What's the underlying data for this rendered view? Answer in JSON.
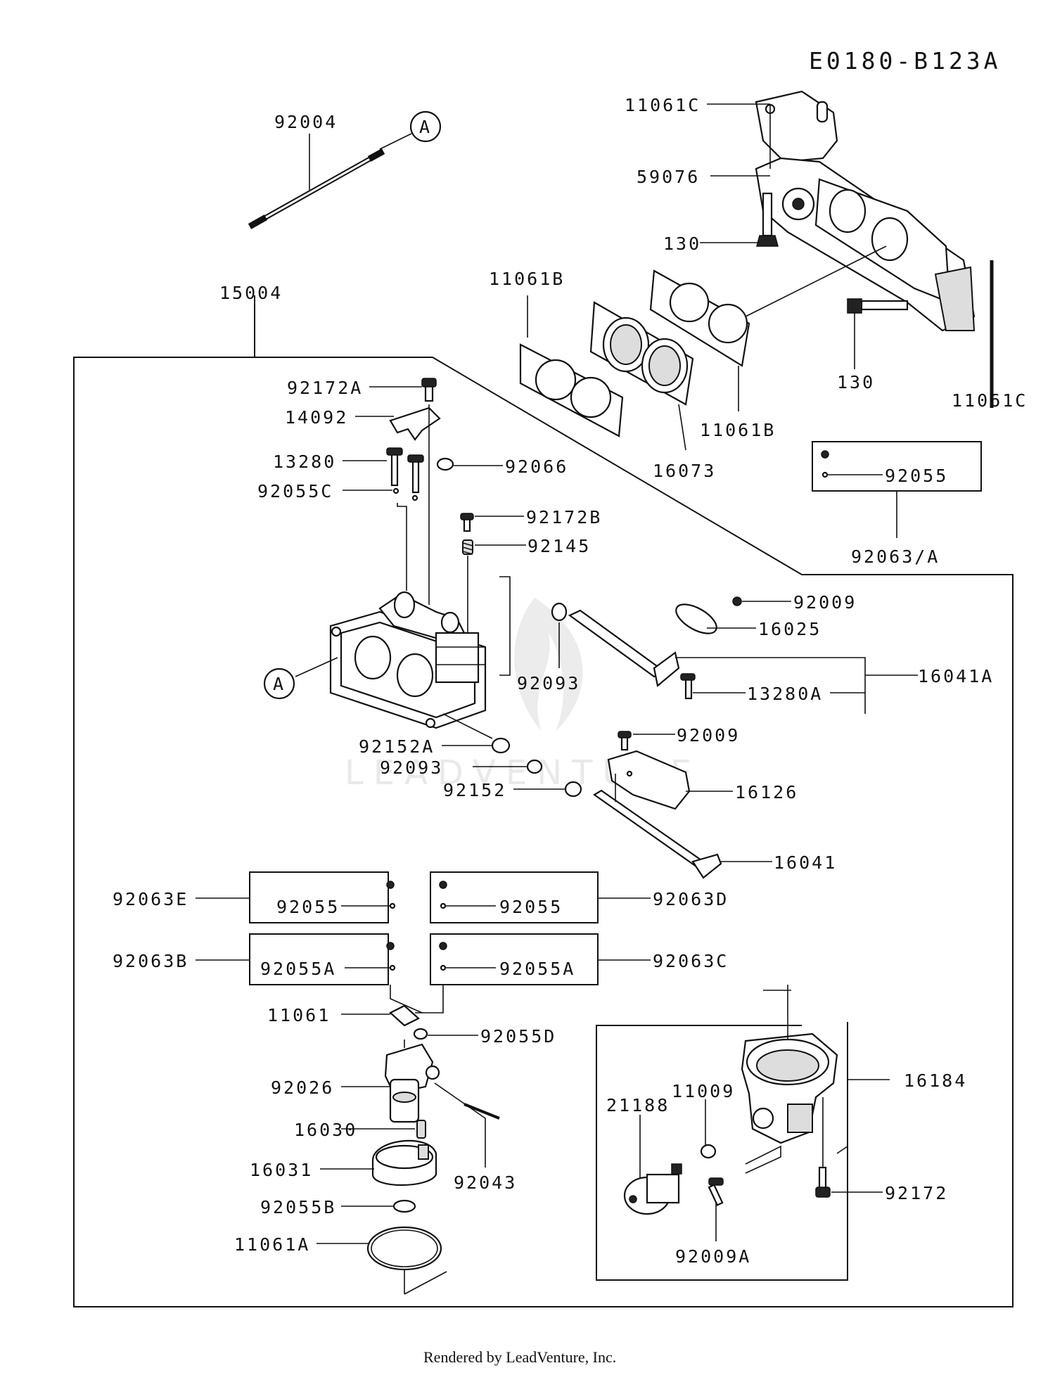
{
  "diagram_code": "E0180-B123A",
  "footer": "Rendered by LeadVenture, Inc.",
  "watermark": "LEADVENTURE",
  "callout_marker": "A",
  "labels": {
    "p92004": "92004",
    "p11061C_top": "11061C",
    "p59076": "59076",
    "p130_a": "130",
    "p11061B_left": "11061B",
    "p15004": "15004",
    "p130_b": "130",
    "p11061C_right": "11061C",
    "p11061B_right": "11061B",
    "p16073": "16073",
    "p92055_box_top": "92055",
    "p92063A": "92063/A",
    "p92172A": "92172A",
    "p14092": "14092",
    "p13280": "13280",
    "p92055C": "92055C",
    "p92066": "92066",
    "p92172B": "92172B",
    "p92145": "92145",
    "p92009_a": "92009",
    "p16025": "16025",
    "p16041A": "16041A",
    "p92093_a": "92093",
    "p13280A": "13280A",
    "p92009_b": "92009",
    "p92152A": "92152A",
    "p92093_b": "92093",
    "p92152": "92152",
    "p16126": "16126",
    "p16041": "16041",
    "p92063E": "92063E",
    "p92055_box_e": "92055",
    "p92055_box_d": "92055",
    "p92063D": "92063D",
    "p92063B": "92063B",
    "p92055A_box_b": "92055A",
    "p92055A_box_c": "92055A",
    "p92063C": "92063C",
    "p11061": "11061",
    "p92055D": "92055D",
    "p92026": "92026",
    "p16030": "16030",
    "p16031": "16031",
    "p92043": "92043",
    "p92055B": "92055B",
    "p11061A": "11061A",
    "p11009": "11009",
    "p21188": "21188",
    "p16184": "16184",
    "p92172": "92172",
    "p92009A": "92009A"
  }
}
